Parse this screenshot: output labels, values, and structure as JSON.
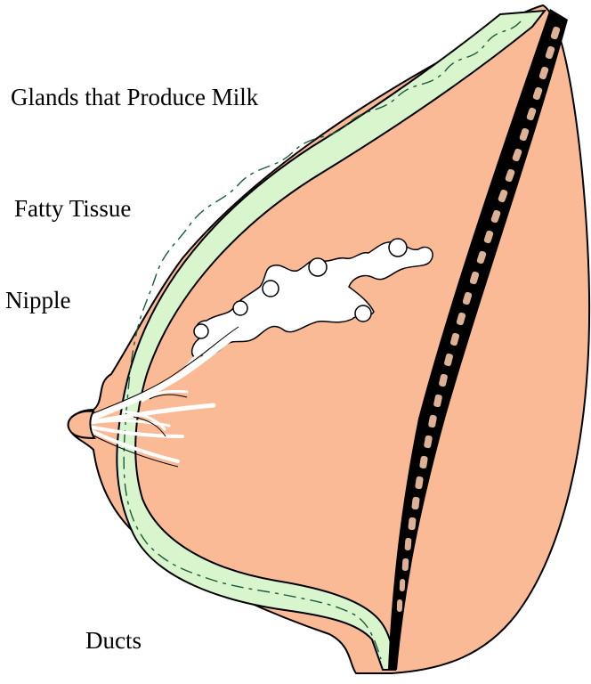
{
  "labels": {
    "glands": "Glands that Produce Milk",
    "fatty_tissue": "Fatty Tissue",
    "nipple": "Nipple",
    "ducts": "Ducts"
  },
  "colors": {
    "skin": "#FBBA96",
    "fatty_layer": "#D9F5CE",
    "lobes": "#FFFFFF",
    "outline": "#000000",
    "muscle_segments": "#DDB195"
  },
  "icons": [
    "breast-outline-icon",
    "fatty-tissue-layer-icon",
    "milk-gland-lobes-icon",
    "milk-duct-icon",
    "chest-wall-muscle-icon"
  ]
}
